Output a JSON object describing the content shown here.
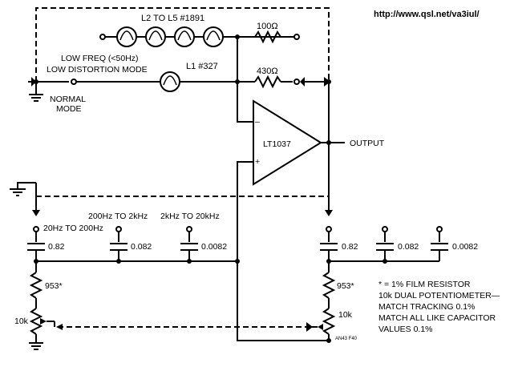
{
  "url": "http://www.qsl.net/va3iul/",
  "lamps_label": "L2 TO L5 #1891",
  "lamp1_label": "L1 #327",
  "r100": "100Ω",
  "r430": "430Ω",
  "low_freq": "LOW FREQ (<50Hz)",
  "low_dist": "LOW DISTORTION MODE",
  "normal": "NORMAL",
  "mode": "MODE",
  "opamp": "LT1037",
  "output": "OUTPUT",
  "range1": "20Hz TO 200Hz",
  "range2": "200Hz TO 2kHz",
  "range3": "2kHz TO 20kHz",
  "cap_left": [
    "0.82",
    "0.082",
    "0.0082"
  ],
  "cap_right": [
    "0.82",
    "0.082",
    "0.0082"
  ],
  "r953_left": "953*",
  "r953_right": "953*",
  "pot_left": "10k",
  "pot_right": "10k",
  "notes": [
    "* = 1% FILM RESISTOR",
    "10k DUAL POTENTIOMETER—",
    "MATCH TRACKING 0.1%",
    "MATCH ALL LIKE CAPACITOR",
    "VALUES 0.1%"
  ],
  "fig_id": "AN43 F40"
}
